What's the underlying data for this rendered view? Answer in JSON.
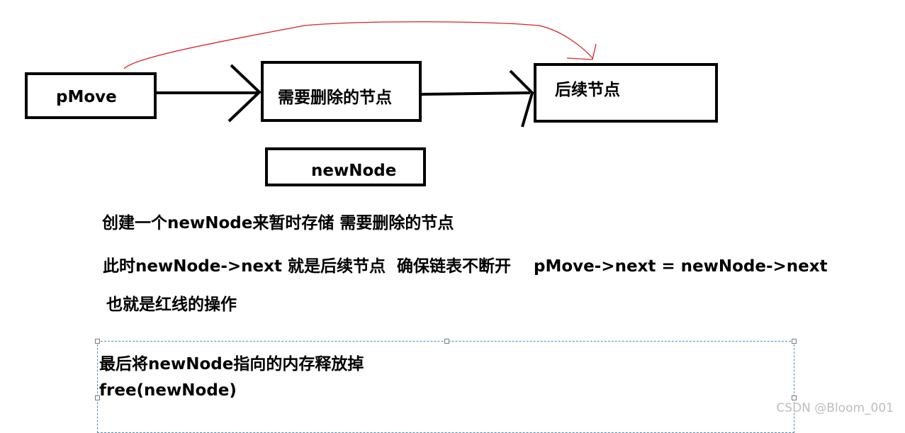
{
  "diagram": {
    "nodes": {
      "pmove": "pMove",
      "delete_node": "需要删除的节点",
      "next_node": "后续节点",
      "new_node": "newNode"
    },
    "notes": {
      "line1": "创建一个newNode来暂时存储 需要删除的节点",
      "line2": "此时newNode->next 就是后续节点  确保链表不断开    pMove->next = newNode->next",
      "line3": "也就是红线的操作"
    },
    "textbox": {
      "line1": "最后将newNode指向的内存释放掉",
      "line2": "free(newNode)"
    },
    "colors": {
      "stroke": "#000000",
      "red_line": "#d9232a",
      "selection_border": "#4a8fb8",
      "watermark": "#bdbdbd"
    }
  },
  "watermark": "CSDN @Bloom_001"
}
